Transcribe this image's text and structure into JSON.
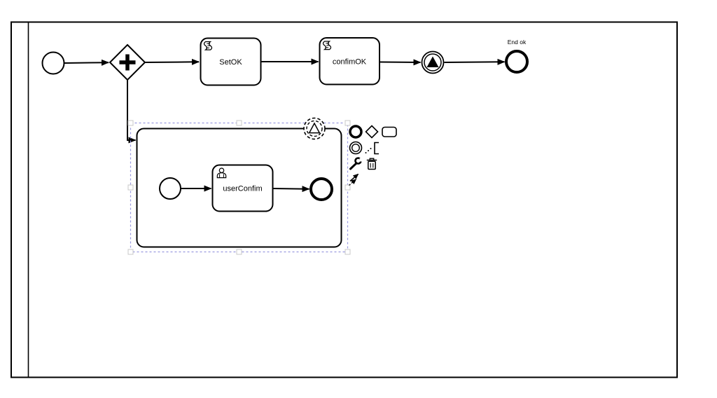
{
  "diagram": {
    "pool": {
      "name": "",
      "type": "participant"
    },
    "nodes": [
      {
        "type": "start-event",
        "label": ""
      },
      {
        "type": "parallel-gateway",
        "label": ""
      },
      {
        "type": "script-task",
        "label": "SetOK"
      },
      {
        "type": "script-task",
        "label": "confimOK"
      },
      {
        "type": "signal-intermediate-throw-event",
        "label": ""
      },
      {
        "type": "end-event",
        "label": "End ok"
      },
      {
        "type": "subprocess",
        "label": "",
        "selected": true,
        "boundary_event": "signal-non-interrupting"
      },
      {
        "type": "start-event",
        "label": "",
        "parent": "subprocess"
      },
      {
        "type": "user-task",
        "label": "userConfim",
        "parent": "subprocess"
      },
      {
        "type": "end-event",
        "label": "",
        "parent": "subprocess"
      }
    ],
    "colors": {
      "shape_stroke": "#000000",
      "background": "#ffffff",
      "selection_outline": "#9a9ae0",
      "handle_fill": "#ffffff",
      "handle_border": "#c8c8c8"
    }
  },
  "context_pad": {
    "items": [
      {
        "name": "append-end-event",
        "icon": "end-event-icon"
      },
      {
        "name": "append-gateway",
        "icon": "gateway-icon"
      },
      {
        "name": "append-task",
        "icon": "task-icon"
      },
      {
        "name": "append-intermediate-event",
        "icon": "intermediate-event-icon"
      },
      {
        "name": "append-text-annotation",
        "icon": "text-annotation-icon"
      },
      {
        "name": "change-type",
        "icon": "wrench-icon"
      },
      {
        "name": "delete",
        "icon": "trash-icon"
      },
      {
        "name": "connect",
        "icon": "connect-arrow-icon"
      }
    ]
  }
}
